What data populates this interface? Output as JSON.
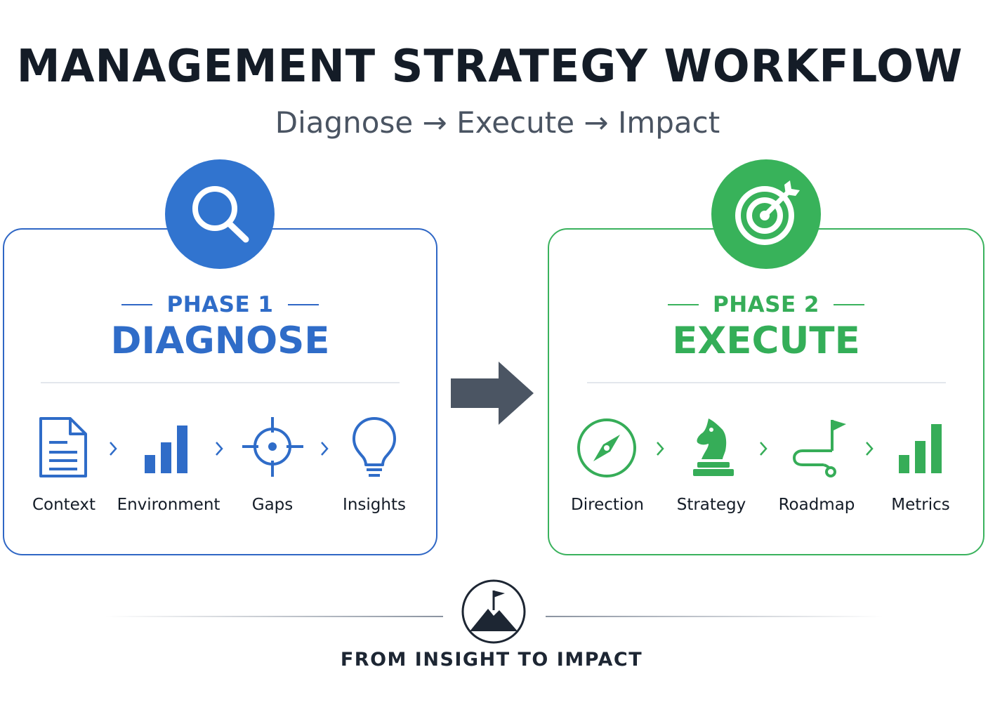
{
  "header": {
    "title": "MANAGEMENT STRATEGY WORKFLOW",
    "subtitle": "Diagnose → Execute → Impact"
  },
  "phases": [
    {
      "label": "PHASE 1",
      "name": "DIAGNOSE",
      "color": "#2f6cc8",
      "badge_icon": "magnifier-icon",
      "steps": [
        {
          "label": "Context",
          "icon": "document-icon"
        },
        {
          "label": "Environment",
          "icon": "bar-chart-icon"
        },
        {
          "label": "Gaps",
          "icon": "crosshair-icon"
        },
        {
          "label": "Insights",
          "icon": "lightbulb-icon"
        }
      ]
    },
    {
      "label": "PHASE 2",
      "name": "EXECUTE",
      "color": "#36ad58",
      "badge_icon": "target-icon",
      "steps": [
        {
          "label": "Direction",
          "icon": "compass-icon"
        },
        {
          "label": "Strategy",
          "icon": "chess-knight-icon"
        },
        {
          "label": "Roadmap",
          "icon": "roadmap-flag-icon"
        },
        {
          "label": "Metrics",
          "icon": "bar-chart-icon"
        }
      ]
    }
  ],
  "footer": {
    "tagline": "FROM INSIGHT TO IMPACT",
    "icon": "mountain-flag-icon"
  },
  "colors": {
    "phase1": "#2f6cc8",
    "phase2": "#36ad58",
    "arrow": "#4b5563",
    "title": "#141c27"
  }
}
